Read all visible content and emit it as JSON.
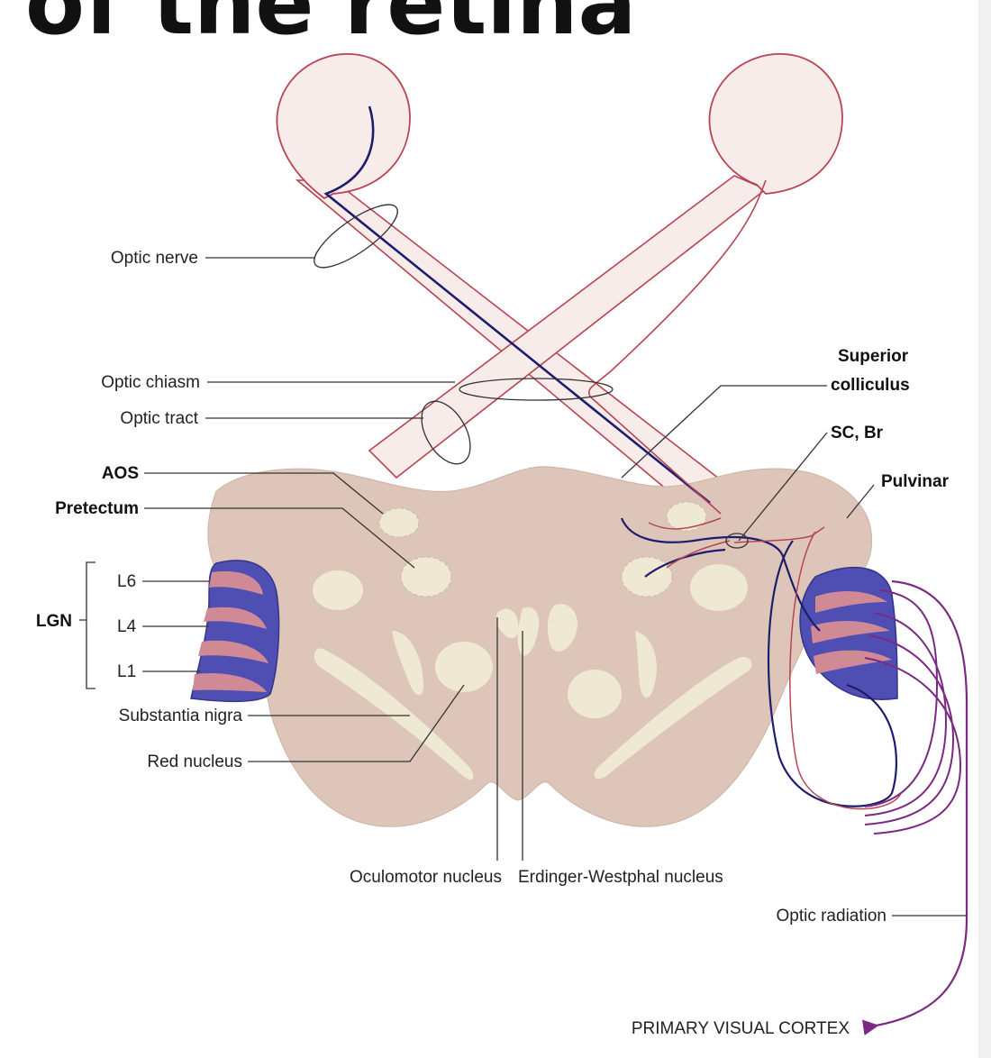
{
  "page": {
    "title": "of the retina"
  },
  "labels": {
    "optic_nerve": "Optic nerve",
    "optic_chiasm": "Optic chiasm",
    "optic_tract": "Optic tract",
    "aos": "AOS",
    "pretectum": "Pretectum",
    "lgn": "LGN",
    "l6": "L6",
    "l4": "L4",
    "l1": "L1",
    "substantia_nigra": "Substantia nigra",
    "red_nucleus": "Red nucleus",
    "oculomotor_nucleus": "Oculomotor nucleus",
    "edinger_westphal": "Erdinger-Westphal nucleus",
    "superior_colliculus_line1": "Superior",
    "superior_colliculus_line2": "colliculus",
    "sc_br": "SC, Br",
    "pulvinar": "Pulvinar",
    "optic_radiation": "Optic radiation",
    "primary_visual_cortex": "PRIMARY VISUAL CORTEX"
  },
  "colors": {
    "brainstem": "#ddc6b9",
    "nucleus": "#efe8d3",
    "eye_fill": "#f7ecea",
    "nerve_outline": "#b84452",
    "axon_blue": "#1d1d6e",
    "axon_red": "#b84452",
    "lgn_blue": "#4f4fb3",
    "lgn_pink": "#cf8a96",
    "radiation": "#7b2a82"
  }
}
